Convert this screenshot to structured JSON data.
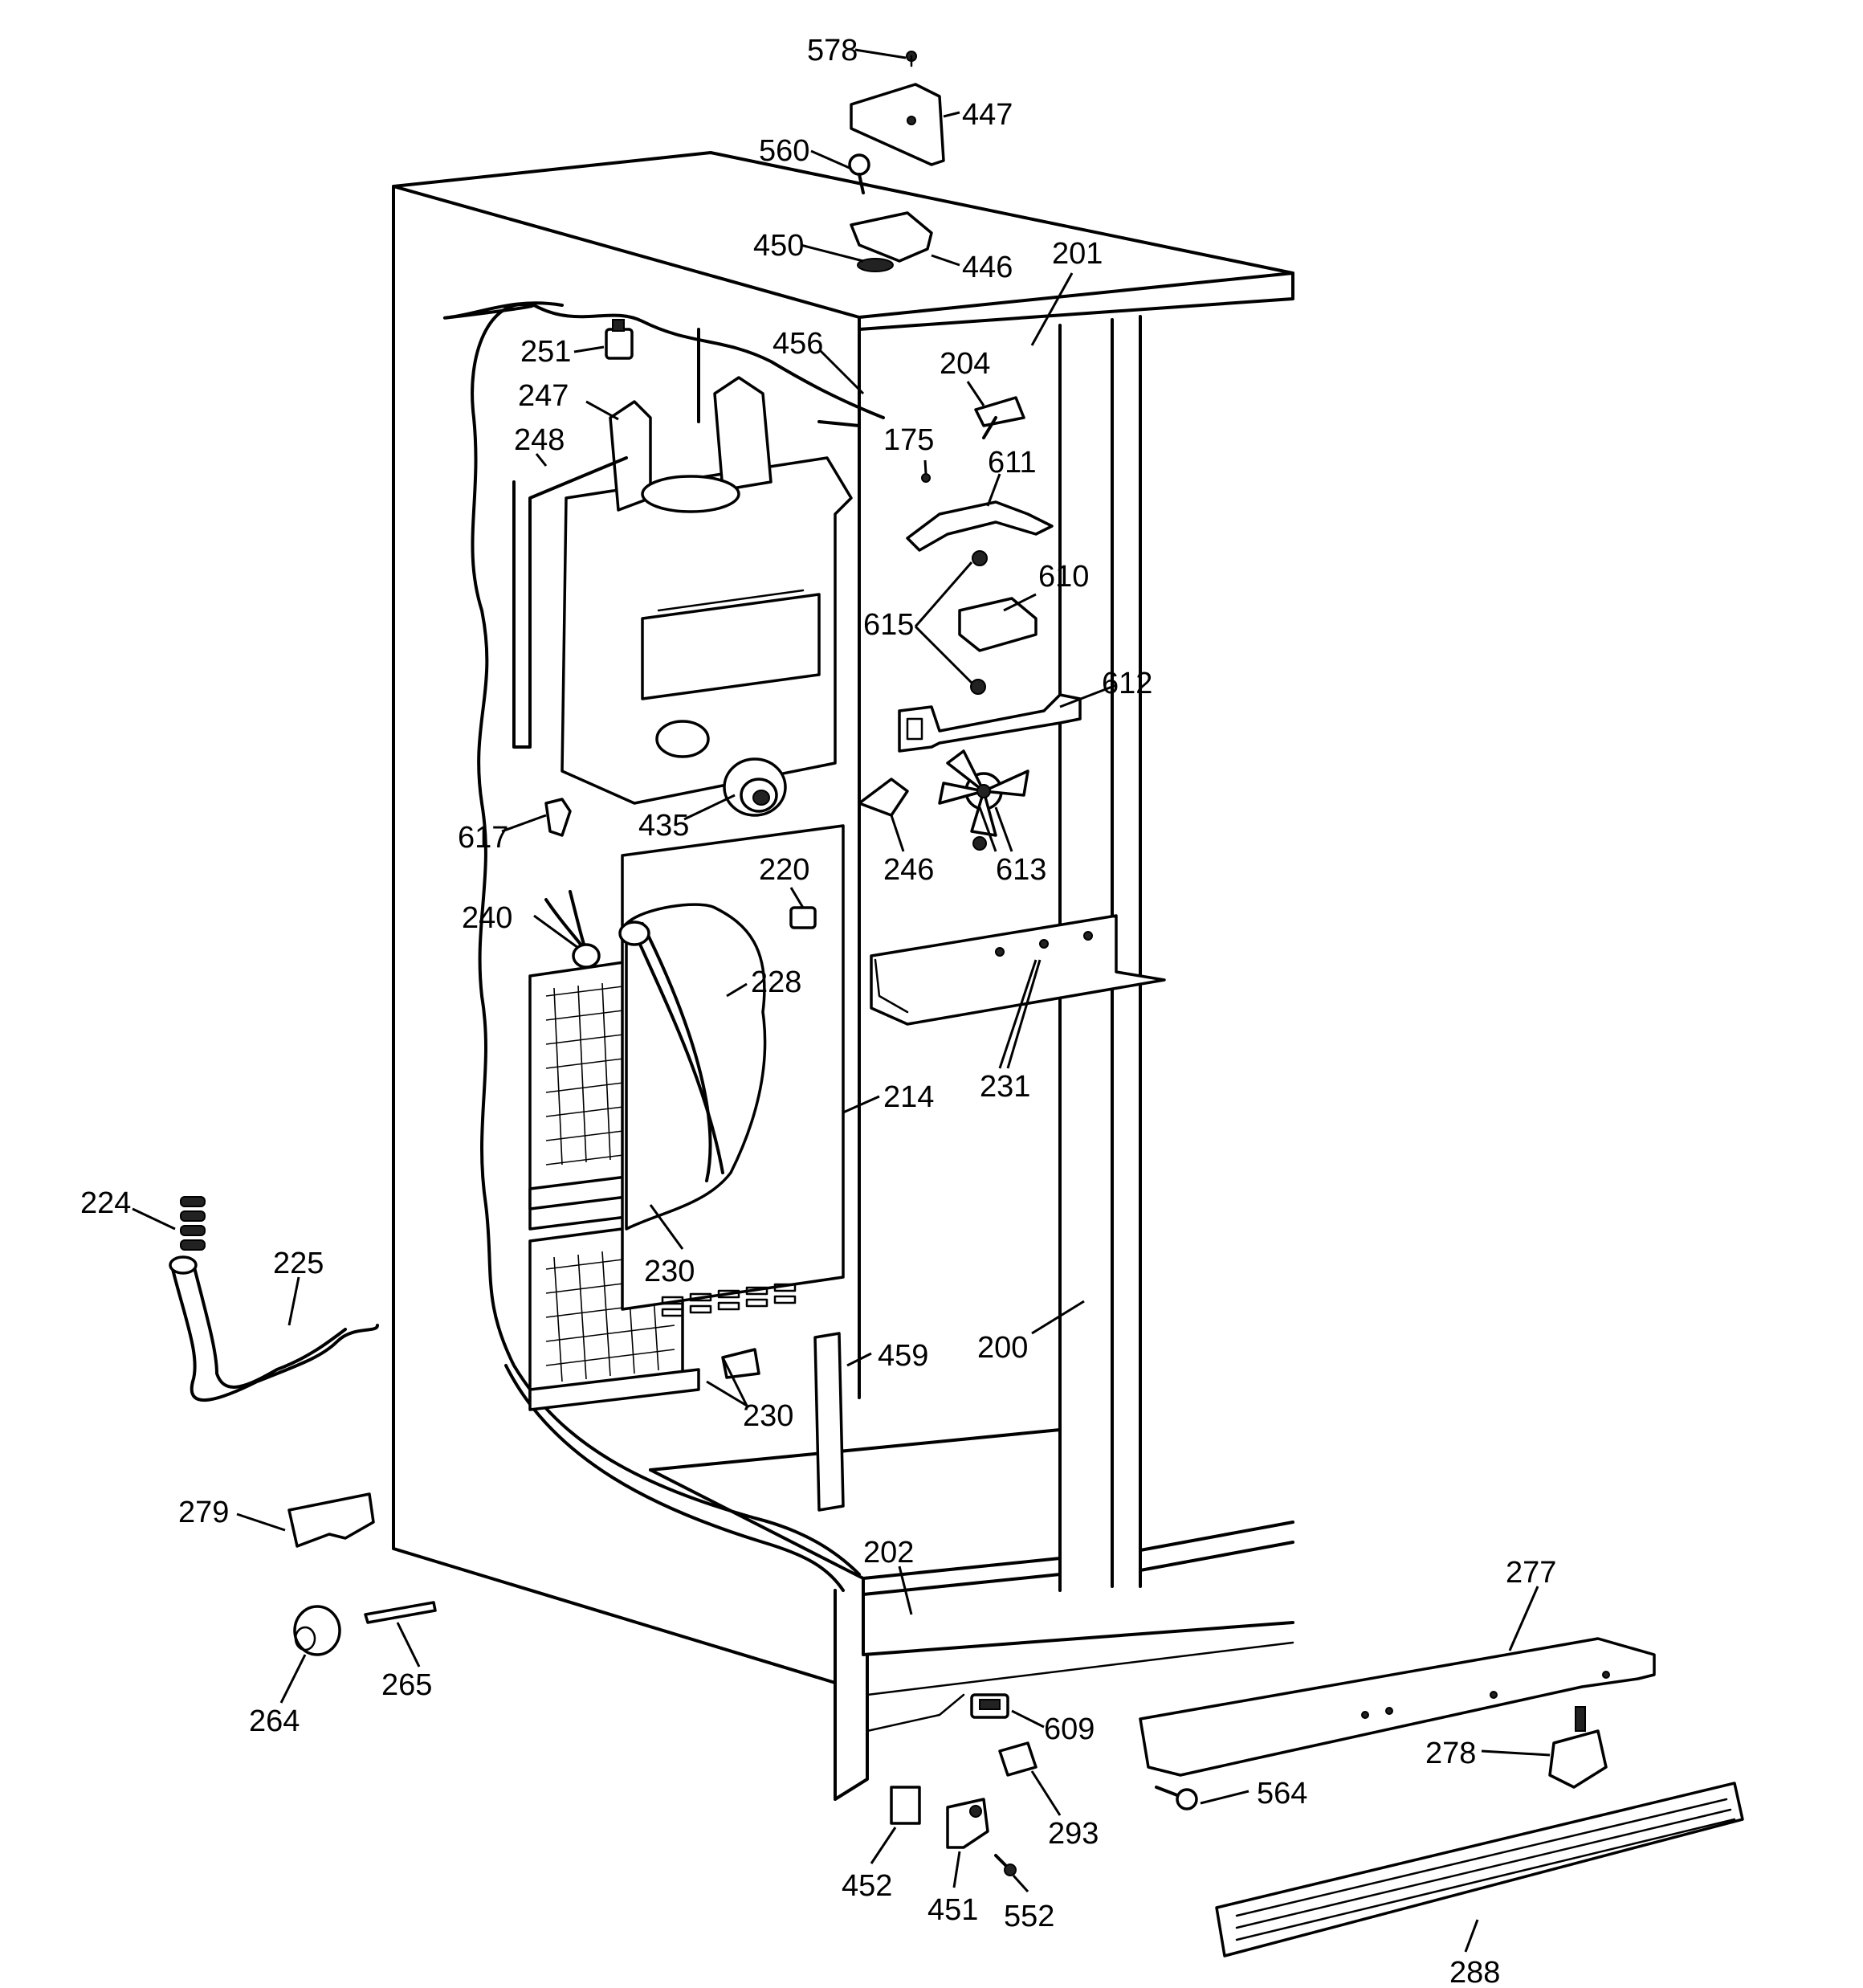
{
  "callouts": {
    "c578": "578",
    "c447": "447",
    "c560": "560",
    "c450": "450",
    "c446": "446",
    "c201": "201",
    "c456": "456",
    "c251": "251",
    "c204": "204",
    "c247": "247",
    "c175": "175",
    "c248": "248",
    "c611": "611",
    "c610": "610",
    "c615": "615",
    "c612": "612",
    "c435": "435",
    "c617": "617",
    "c246": "246",
    "c613": "613",
    "c220": "220",
    "c240": "240",
    "c228": "228",
    "c231": "231",
    "c214": "214",
    "c224": "224",
    "c225": "225",
    "c230a": "230",
    "c200": "200",
    "c459": "459",
    "c230b": "230",
    "c279": "279",
    "c202": "202",
    "c277": "277",
    "c265": "265",
    "c264": "264",
    "c609": "609",
    "c278": "278",
    "c564": "564",
    "c293": "293",
    "c452": "452",
    "c451": "451",
    "c552": "552",
    "c288": "288"
  }
}
